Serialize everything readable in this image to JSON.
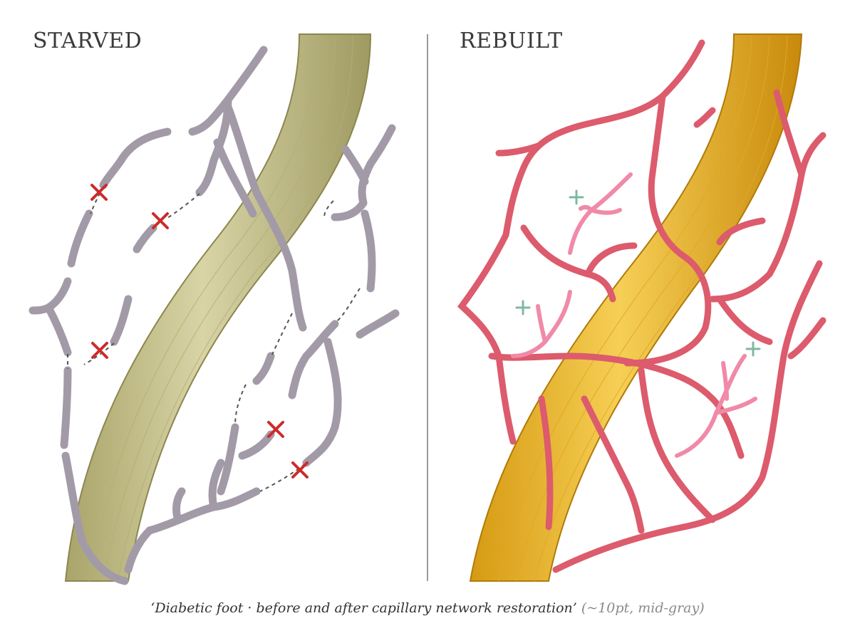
{
  "panels": {
    "left": {
      "title": "STARVED"
    },
    "right": {
      "title": "REBUILT"
    }
  },
  "caption": {
    "text": "‘Diabetic foot · before and after capillary network restoration’",
    "note": "(~10pt, mid-gray)"
  },
  "markers": {
    "blocked_symbol": "✕",
    "growth_symbol": "+"
  },
  "colors": {
    "nerve_left": "#c9c48c",
    "nerve_right": "#e6b42c",
    "vessel_starved": "#a39aa8",
    "vessel_rebuilt": "#dc5b6c",
    "vessel_new": "#f08aa8",
    "blocked_marker": "#cc2b2b",
    "growth_marker": "#7fb8a0",
    "divider": "#9a9a9a"
  }
}
